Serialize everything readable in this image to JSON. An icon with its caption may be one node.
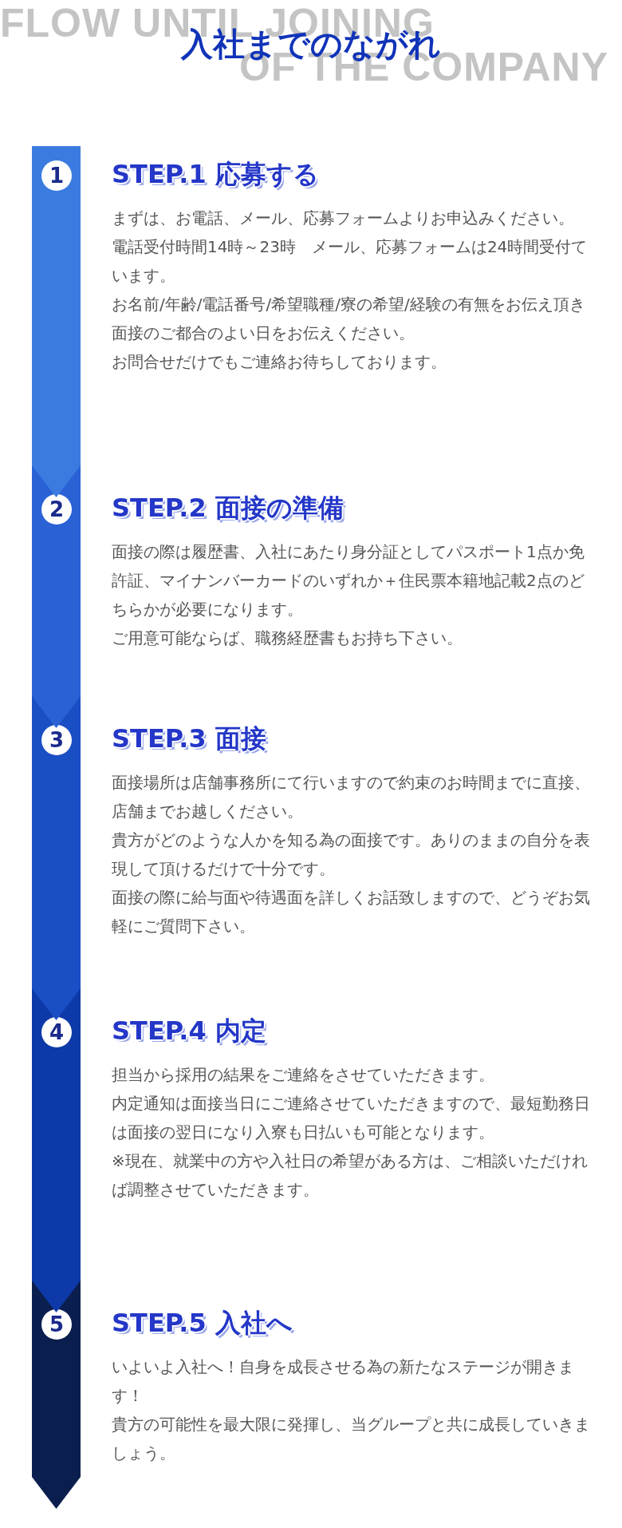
{
  "diagram": {
    "title": "入社までのながれ",
    "nodes": [
      {
        "text": [
          "1",
          "STEP.1 応募する",
          "まずは、お電話、メール、応募フォームよりお申込みください。",
          "電話受付時間14時～23時　メール、応募フォームは24時間受付ています。",
          "お名前/年齢/電話番号/希望職種/寮の希望/経験の有無をお伝え頂き面接のご都合のよい日をお伝えください。",
          "お問合せだけでもご連絡お待ちしております。"
        ]
      },
      {
        "text": [
          "2",
          "STEP.2 面接の準備",
          "面接の際は履歴書、入社にあたり身分証としてパスポート1点か免許証、マイナンバーカードのいずれか＋住民票本籍地記載2点のどちらかが必要になります。",
          "ご用意可能ならば、職務経歴書もお持ち下さい。"
        ]
      },
      {
        "text": [
          "3",
          "STEP.3 面接",
          "面接場所は店舗事務所にて行いますので約束のお時間までに直接、店舗までお越しください。",
          "貴方がどのような人かを知る為の面接です。ありのままの自分を表現して頂けるだけで十分です。",
          "面接の際に給与面や待遇面を詳しくお話致しますので、どうぞお気軽にご質問下さい。"
        ]
      },
      {
        "text": [
          "4",
          "STEP.4 内定",
          "担当から採用の結果をご連絡をさせていただきます。",
          "内定通知は面接当日にご連絡させていただきますので、最短勤務日は面接の翌日になり入寮も日払いも可能となります。",
          "※現在、就業中の方や入社日の希望がある方は、ご相談いただければ調整させていただきます。"
        ]
      },
      {
        "text": [
          "5",
          "STEP.5 入社へ",
          "いよいよ入社へ！自身を成長させる為の新たなステージが開きます！",
          "貴方の可能性を最大限に発揮し、当グループと共に成長していきましょう。"
        ]
      }
    ],
    "edges": [
      {
        "from": 0,
        "to": 1,
        "arrow": "to"
      },
      {
        "from": 1,
        "to": 2,
        "arrow": "to"
      },
      {
        "from": 2,
        "to": 3,
        "arrow": "to"
      },
      {
        "from": 3,
        "to": 4,
        "arrow": "to"
      }
    ],
    "labels": [
      "FLOW UNTIL JOINING",
      "OF THE COMPANY"
    ]
  }
}
